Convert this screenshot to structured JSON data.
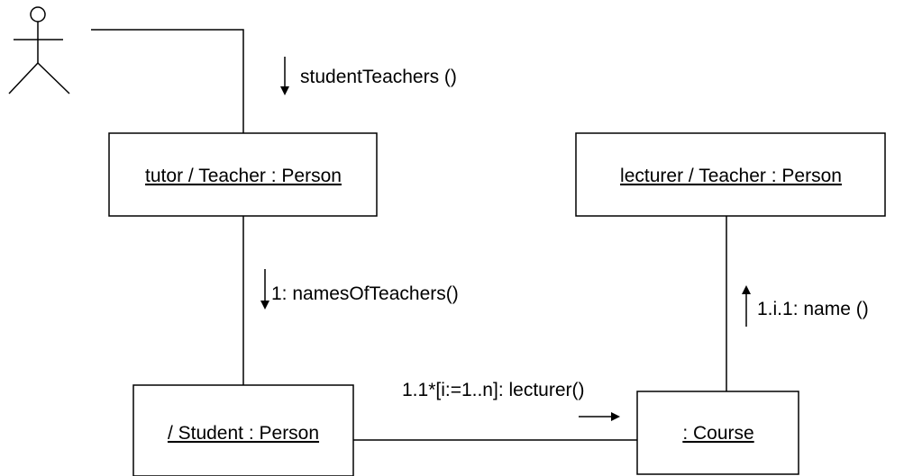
{
  "diagram": {
    "objects": {
      "tutor": "tutor / Teacher : Person",
      "lecturer": "lecturer / Teacher : Person",
      "student": "/ Student : Person",
      "course": ": Course"
    },
    "messages": {
      "student_teachers": "studentTeachers ()",
      "names_of_teachers": "1: namesOfTeachers()",
      "lecturer_call": "1.1*[i:=1..n]: lecturer()",
      "name_call": "1.i.1: name ()"
    }
  }
}
